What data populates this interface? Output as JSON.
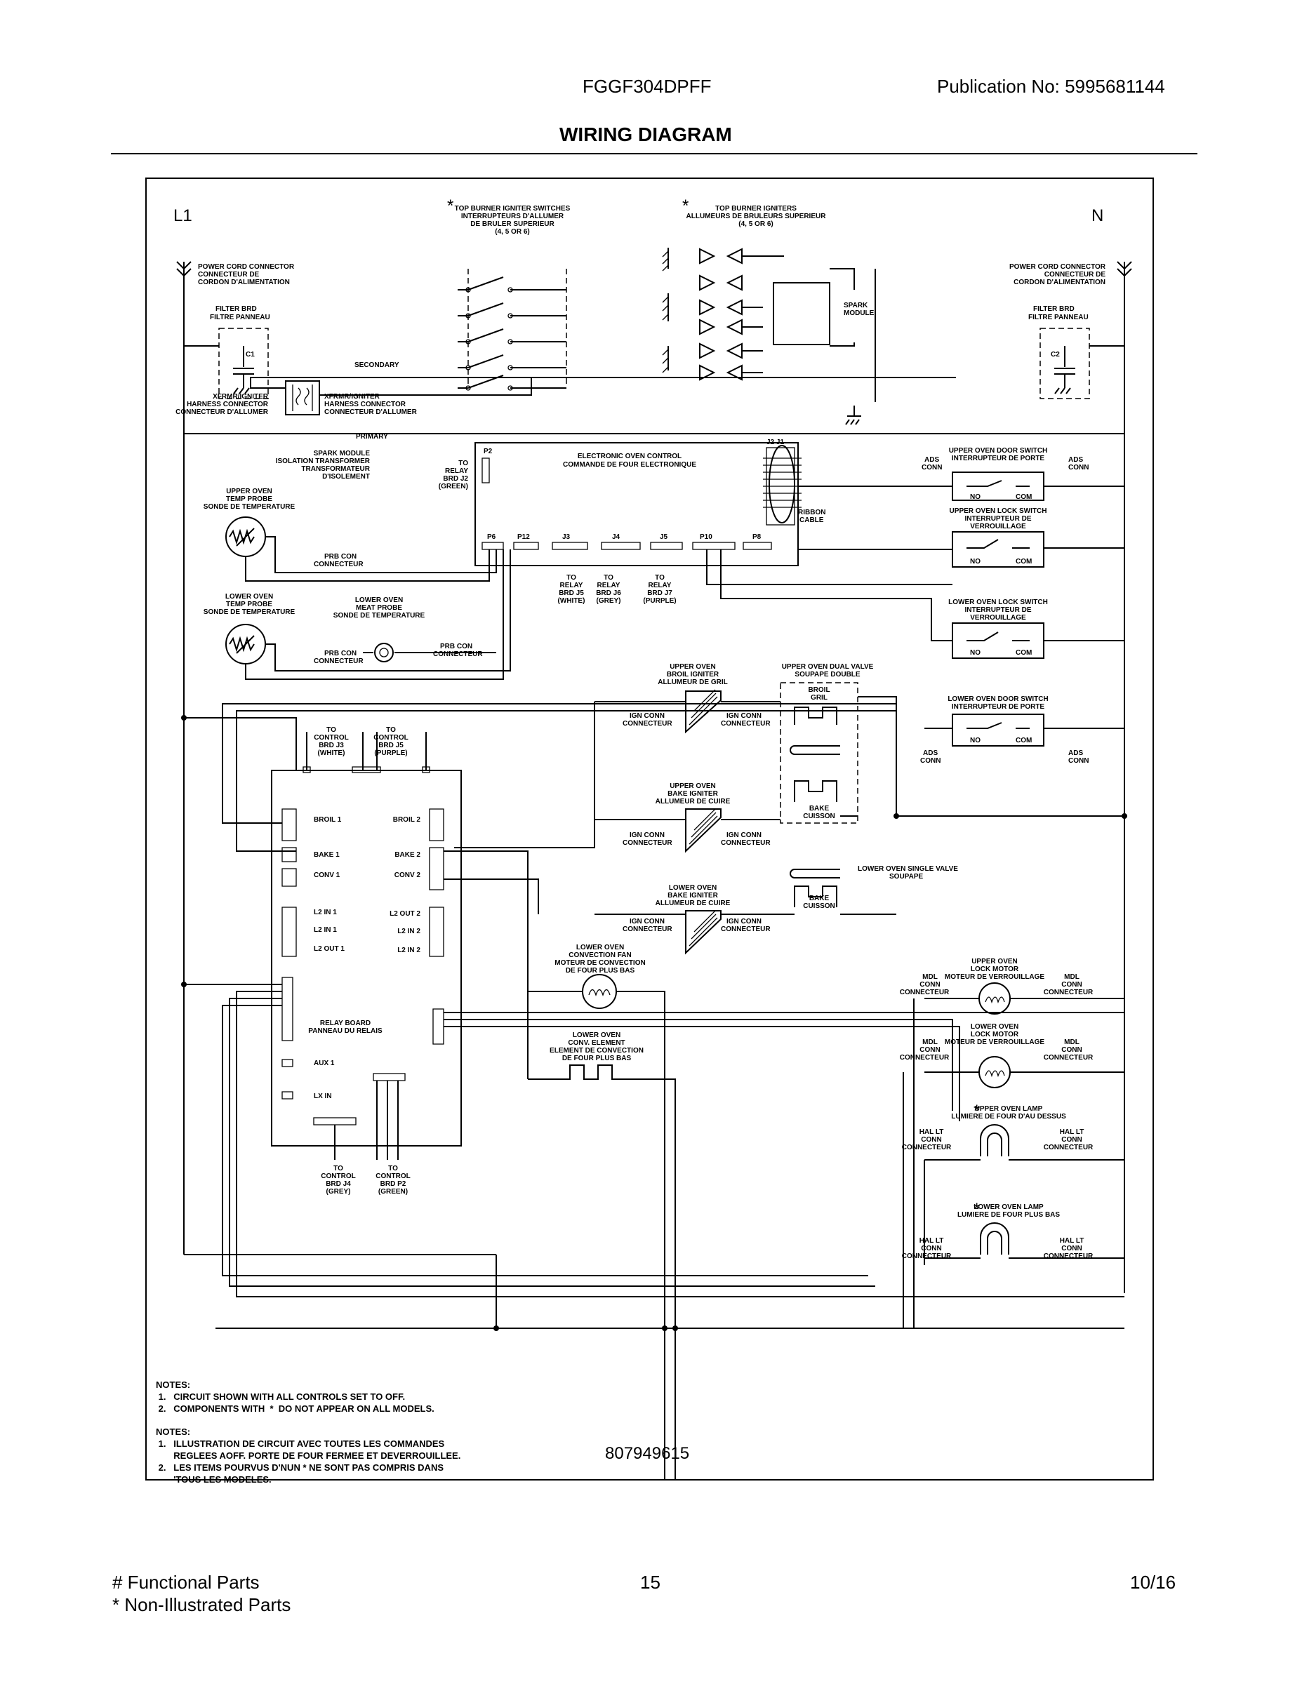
{
  "header": {
    "model": "FGGF304DPFF",
    "publication": "Publication No:  5995681144",
    "title": "WIRING DIAGRAM"
  },
  "diagram": {
    "l1": "L1",
    "n": "N",
    "power_cord_left": [
      "POWER CORD CONNECTOR",
      "CONNECTEUR DE",
      "CORDON D'ALIMENTATION"
    ],
    "power_cord_right": [
      "POWER CORD CONNECTOR",
      "CONNECTEUR DE",
      "CORDON D'ALIMENTATION"
    ],
    "filter_left": [
      "FILTER BRD",
      "FILTRE PANNEAU"
    ],
    "filter_right": [
      "FILTER BRD",
      "FILTRE PANNEAU"
    ],
    "c1": "C1",
    "c2": "C2",
    "igniter_switches": [
      "TOP BURNER IGNITER SWITCHES",
      "INTERRUPTEURS D'ALLUMER",
      "DE BRULER SUPERIEUR",
      "(4, 5 OR 6)"
    ],
    "igniters": [
      "TOP BURNER IGNITERS",
      "ALLUMEURS DE BRULEURS SUPERIEUR",
      "(4, 5 OR 6)"
    ],
    "spark_module": [
      "SPARK",
      "MODULE"
    ],
    "secondary": "SECONDARY",
    "primary": "PRIMARY",
    "xfmr_left": [
      "XFRMR/IGNITER",
      "HARNESS CONNECTOR",
      "CONNECTEUR D'ALLUMER"
    ],
    "xfmr_right": [
      "XFRMR/IGNITER",
      "HARNESS CONNECTOR",
      "CONNECTEUR D'ALLUMER"
    ],
    "spark_xfmr": [
      "SPARK MODULE",
      "ISOLATION TRANSFORMER",
      "TRANSFORMATEUR",
      "D'ISOLEMENT"
    ],
    "to_relay_p2": [
      "TO",
      "RELAY",
      "BRD J2",
      "(GREEN)"
    ],
    "eoc": [
      "ELECTRONIC OVEN CONTROL",
      "COMMANDE DE FOUR ELECTRONIQUE"
    ],
    "ribbon": [
      "RIBBON",
      "CABLE"
    ],
    "eoc_ports": [
      "P6",
      "P12",
      "J3",
      "J4",
      "J5",
      "P10",
      "P8",
      "P2",
      "J2 J1"
    ],
    "to_relay_j5": [
      "TO",
      "RELAY",
      "BRD J5",
      "(WHITE)"
    ],
    "to_relay_j6": [
      "TO",
      "RELAY",
      "BRD J6",
      "(GREY)"
    ],
    "to_relay_j7": [
      "TO",
      "RELAY",
      "BRD J7",
      "(PURPLE)"
    ],
    "upper_probe": [
      "UPPER OVEN",
      "TEMP PROBE",
      "SONDE DE TEMPERATURE"
    ],
    "lower_probe": [
      "LOWER OVEN",
      "TEMP PROBE",
      "SONDE DE TEMPERATURE"
    ],
    "meat_probe": [
      "LOWER OVEN",
      "MEAT PROBE",
      "SONDE DE TEMPERATURE"
    ],
    "prb_con": [
      "PRB CON",
      "CONNECTEUR"
    ],
    "upper_door_switch": [
      "UPPER OVEN DOOR SWITCH",
      "INTERRUPTEUR DE PORTE"
    ],
    "upper_lock_switch": [
      "UPPER OVEN LOCK SWITCH",
      "INTERRUPTEUR DE",
      "VERROUILLAGE"
    ],
    "lower_lock_switch": [
      "LOWER OVEN LOCK SWITCH",
      "INTERRUPTEUR DE",
      "VERROUILLAGE"
    ],
    "lower_door_switch": [
      "LOWER OVEN DOOR SWITCH",
      "INTERRUPTEUR DE PORTE"
    ],
    "ads_conn": [
      "ADS",
      "CONN"
    ],
    "no": "NO",
    "com": "COM",
    "broil_igniter": [
      "UPPER OVEN",
      "BROIL IGNITER",
      "ALLUMEUR DE GRIL"
    ],
    "bake_igniter": [
      "UPPER OVEN",
      "BAKE IGNITER",
      "ALLUMEUR DE CUIRE"
    ],
    "lower_bake_igniter": [
      "LOWER OVEN",
      "BAKE IGNITER",
      "ALLUMEUR DE CUIRE"
    ],
    "ign_conn": [
      "IGN CONN",
      "CONNECTEUR"
    ],
    "dual_valve": [
      "UPPER OVEN DUAL VALVE",
      "SOUPAPE DOUBLE"
    ],
    "broil_gril": [
      "BROIL",
      "GRIL"
    ],
    "bake_cuisson": [
      "BAKE",
      "CUISSON"
    ],
    "single_valve": [
      "LOWER OVEN SINGLE VALVE",
      "SOUPAPE"
    ],
    "relay_board": [
      "RELAY BOARD",
      "PANNEAU DU RELAIS"
    ],
    "to_ctrl_j3": [
      "TO",
      "CONTROL",
      "BRD J3",
      "(WHITE)"
    ],
    "to_ctrl_j5": [
      "TO",
      "CONTROL",
      "BRD J5",
      "(PURPLE)"
    ],
    "to_ctrl_j4": [
      "TO",
      "CONTROL",
      "BRD J4",
      "(GREY)"
    ],
    "to_ctrl_p2": [
      "TO",
      "CONTROL",
      "BRD P2",
      "(GREEN)"
    ],
    "relay_left": [
      "BROIL 1",
      "BAKE 1",
      "CONV 1",
      "L2 IN 1",
      "L2 IN 1",
      "L2 OUT 1",
      "AUX 1",
      "LX IN"
    ],
    "relay_right": [
      "BROIL 2",
      "BAKE 2",
      "CONV 2",
      "L2 OUT 2",
      "L2 IN 2",
      "L2 IN 2"
    ],
    "conv_fan": [
      "LOWER OVEN",
      "CONVECTION FAN",
      "MOTEUR DE CONVECTION",
      "DE FOUR PLUS BAS"
    ],
    "conv_element": [
      "LOWER OVEN",
      "CONV. ELEMENT",
      "ELEMENT DE CONVECTION",
      "DE FOUR PLUS BAS"
    ],
    "upper_lock_motor": [
      "UPPER OVEN",
      "LOCK MOTOR",
      "MOTEUR DE VERROUILLAGE"
    ],
    "lower_lock_motor": [
      "LOWER OVEN",
      "LOCK MOTOR",
      "MOTEUR DE VERROUILLAGE"
    ],
    "mdl_conn": [
      "MDL",
      "CONN",
      "CONNECTEUR"
    ],
    "upper_lamp": [
      "UPPER OVEN LAMP",
      "LUMIERE DE FOUR D'AU DESSUS"
    ],
    "lower_lamp": [
      "LOWER OVEN LAMP",
      "LUMIERE DE FOUR PLUS BAS"
    ],
    "hal_lt": [
      "HAL LT",
      "CONN",
      "CONNECTEUR"
    ]
  },
  "notes": {
    "en": "NOTES:\n 1.   CIRCUIT SHOWN WITH ALL CONTROLS SET TO OFF.\n 2.   COMPONENTS WITH  *  DO NOT APPEAR ON ALL MODELS.",
    "fr": "NOTES:\n 1.   ILLUSTRATION DE CIRCUIT AVEC TOUTES LES COMMANDES\n       REGLEES AOFF. PORTE DE FOUR FERMEE ET DEVERROUILLEE.\n 2.   LES ITEMS POURVUS D'NUN * NE SONT PAS COMPRIS DANS\n       'TOUS LES MODELES."
  },
  "part_number": "807949615",
  "footer": {
    "functional": "# Functional Parts",
    "non_illustrated": "* Non-Illustrated Parts",
    "page": "15",
    "date": "10/16"
  }
}
